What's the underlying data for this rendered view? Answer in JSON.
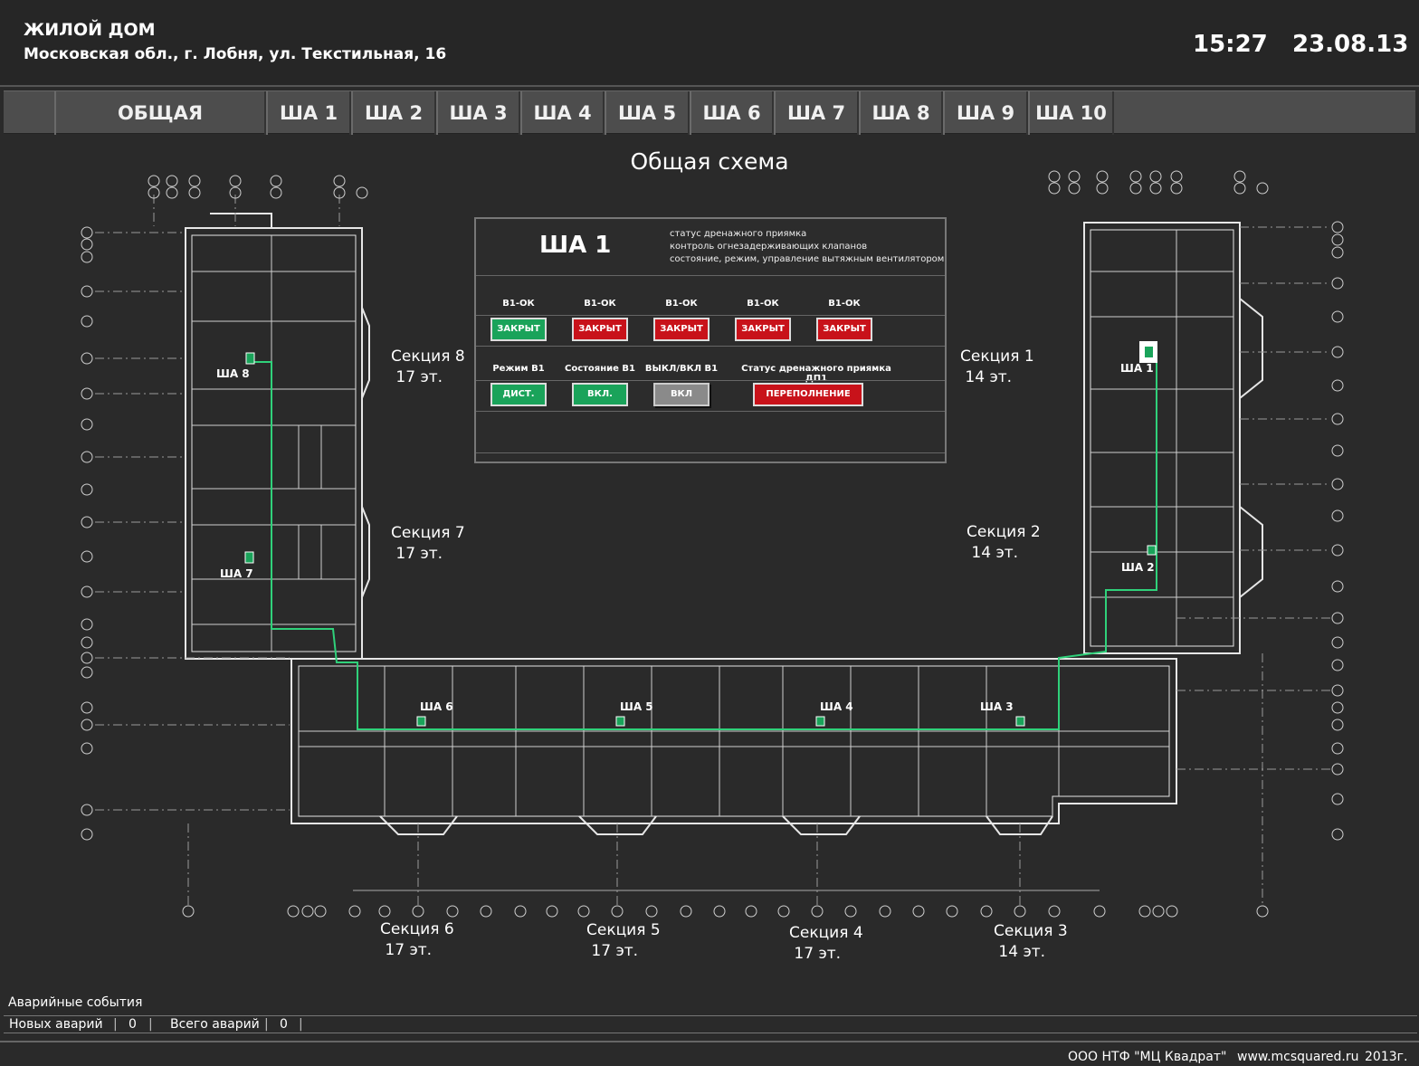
{
  "header": {
    "title": "ЖИЛОЙ ДОМ",
    "address": "Московская обл., г. Лобня, ул. Текстильная, 16",
    "time": "15:27",
    "date": "23.08.13"
  },
  "tabs": [
    {
      "label": "ОБЩАЯ",
      "active": true
    },
    {
      "label": "ША 1"
    },
    {
      "label": "ША 2"
    },
    {
      "label": "ША 3"
    },
    {
      "label": "ША 4"
    },
    {
      "label": "ША 5"
    },
    {
      "label": "ША 6"
    },
    {
      "label": "ША 7"
    },
    {
      "label": "ША 8"
    },
    {
      "label": "ША 9"
    },
    {
      "label": "ША 10"
    }
  ],
  "scheme_title": "Общая схема",
  "sections": [
    {
      "name": "Секция 8",
      "floors": "17 эт."
    },
    {
      "name": "Секция 7",
      "floors": "17 эт."
    },
    {
      "name": "Секция 1",
      "floors": "14 эт."
    },
    {
      "name": "Секция 2",
      "floors": "14 эт."
    },
    {
      "name": "Секция 6",
      "floors": "17 эт."
    },
    {
      "name": "Секция 5",
      "floors": "17 эт."
    },
    {
      "name": "Секция 4",
      "floors": "17 эт."
    },
    {
      "name": "Секция 3",
      "floors": "14 эт."
    }
  ],
  "cabinets": [
    "ША 8",
    "ША 7",
    "ША 1",
    "ША 2",
    "ША 6",
    "ША 5",
    "ША 4",
    "ША 3"
  ],
  "panel": {
    "title": "ША 1",
    "desc": [
      "статус дренажного приямка",
      "контроль огнезадерживающих клапанов",
      "состояние, режим, управление вытяжным вентилятором"
    ],
    "valves": [
      {
        "label": "В1-ОК",
        "state": "ЗАКРЫТ",
        "color": "green"
      },
      {
        "label": "В1-ОК",
        "state": "ЗАКРЫТ",
        "color": "red"
      },
      {
        "label": "В1-ОК",
        "state": "ЗАКРЫТ",
        "color": "red"
      },
      {
        "label": "В1-ОК",
        "state": "ЗАКРЫТ",
        "color": "red"
      },
      {
        "label": "В1-ОК",
        "state": "ЗАКРЫТ",
        "color": "red"
      }
    ],
    "fan": {
      "mode_label": "Режим В1",
      "mode_value": "ДИСТ.",
      "state_label": "Состояние В1",
      "state_value": "ВКЛ.",
      "toggle_label": "ВЫКЛ/ВКЛ В1",
      "toggle_value": "ВКЛ",
      "drain_label": "Статус дренажного приямка ДП1",
      "drain_value": "ПЕРЕПОЛНЕНИЕ"
    }
  },
  "events": {
    "title": "Аварийные события",
    "new_label": "Новых аварий",
    "new_count": "0",
    "total_label": "Всего аварий",
    "total_count": "0"
  },
  "footer": {
    "company": "ООО НТФ \"МЦ Квадрат\"",
    "site": "www.mcsquared.ru",
    "year": "2013г."
  },
  "colors": {
    "ok": "#1aa35a",
    "alarm": "#c8121a",
    "duct": "#2fd17a"
  }
}
